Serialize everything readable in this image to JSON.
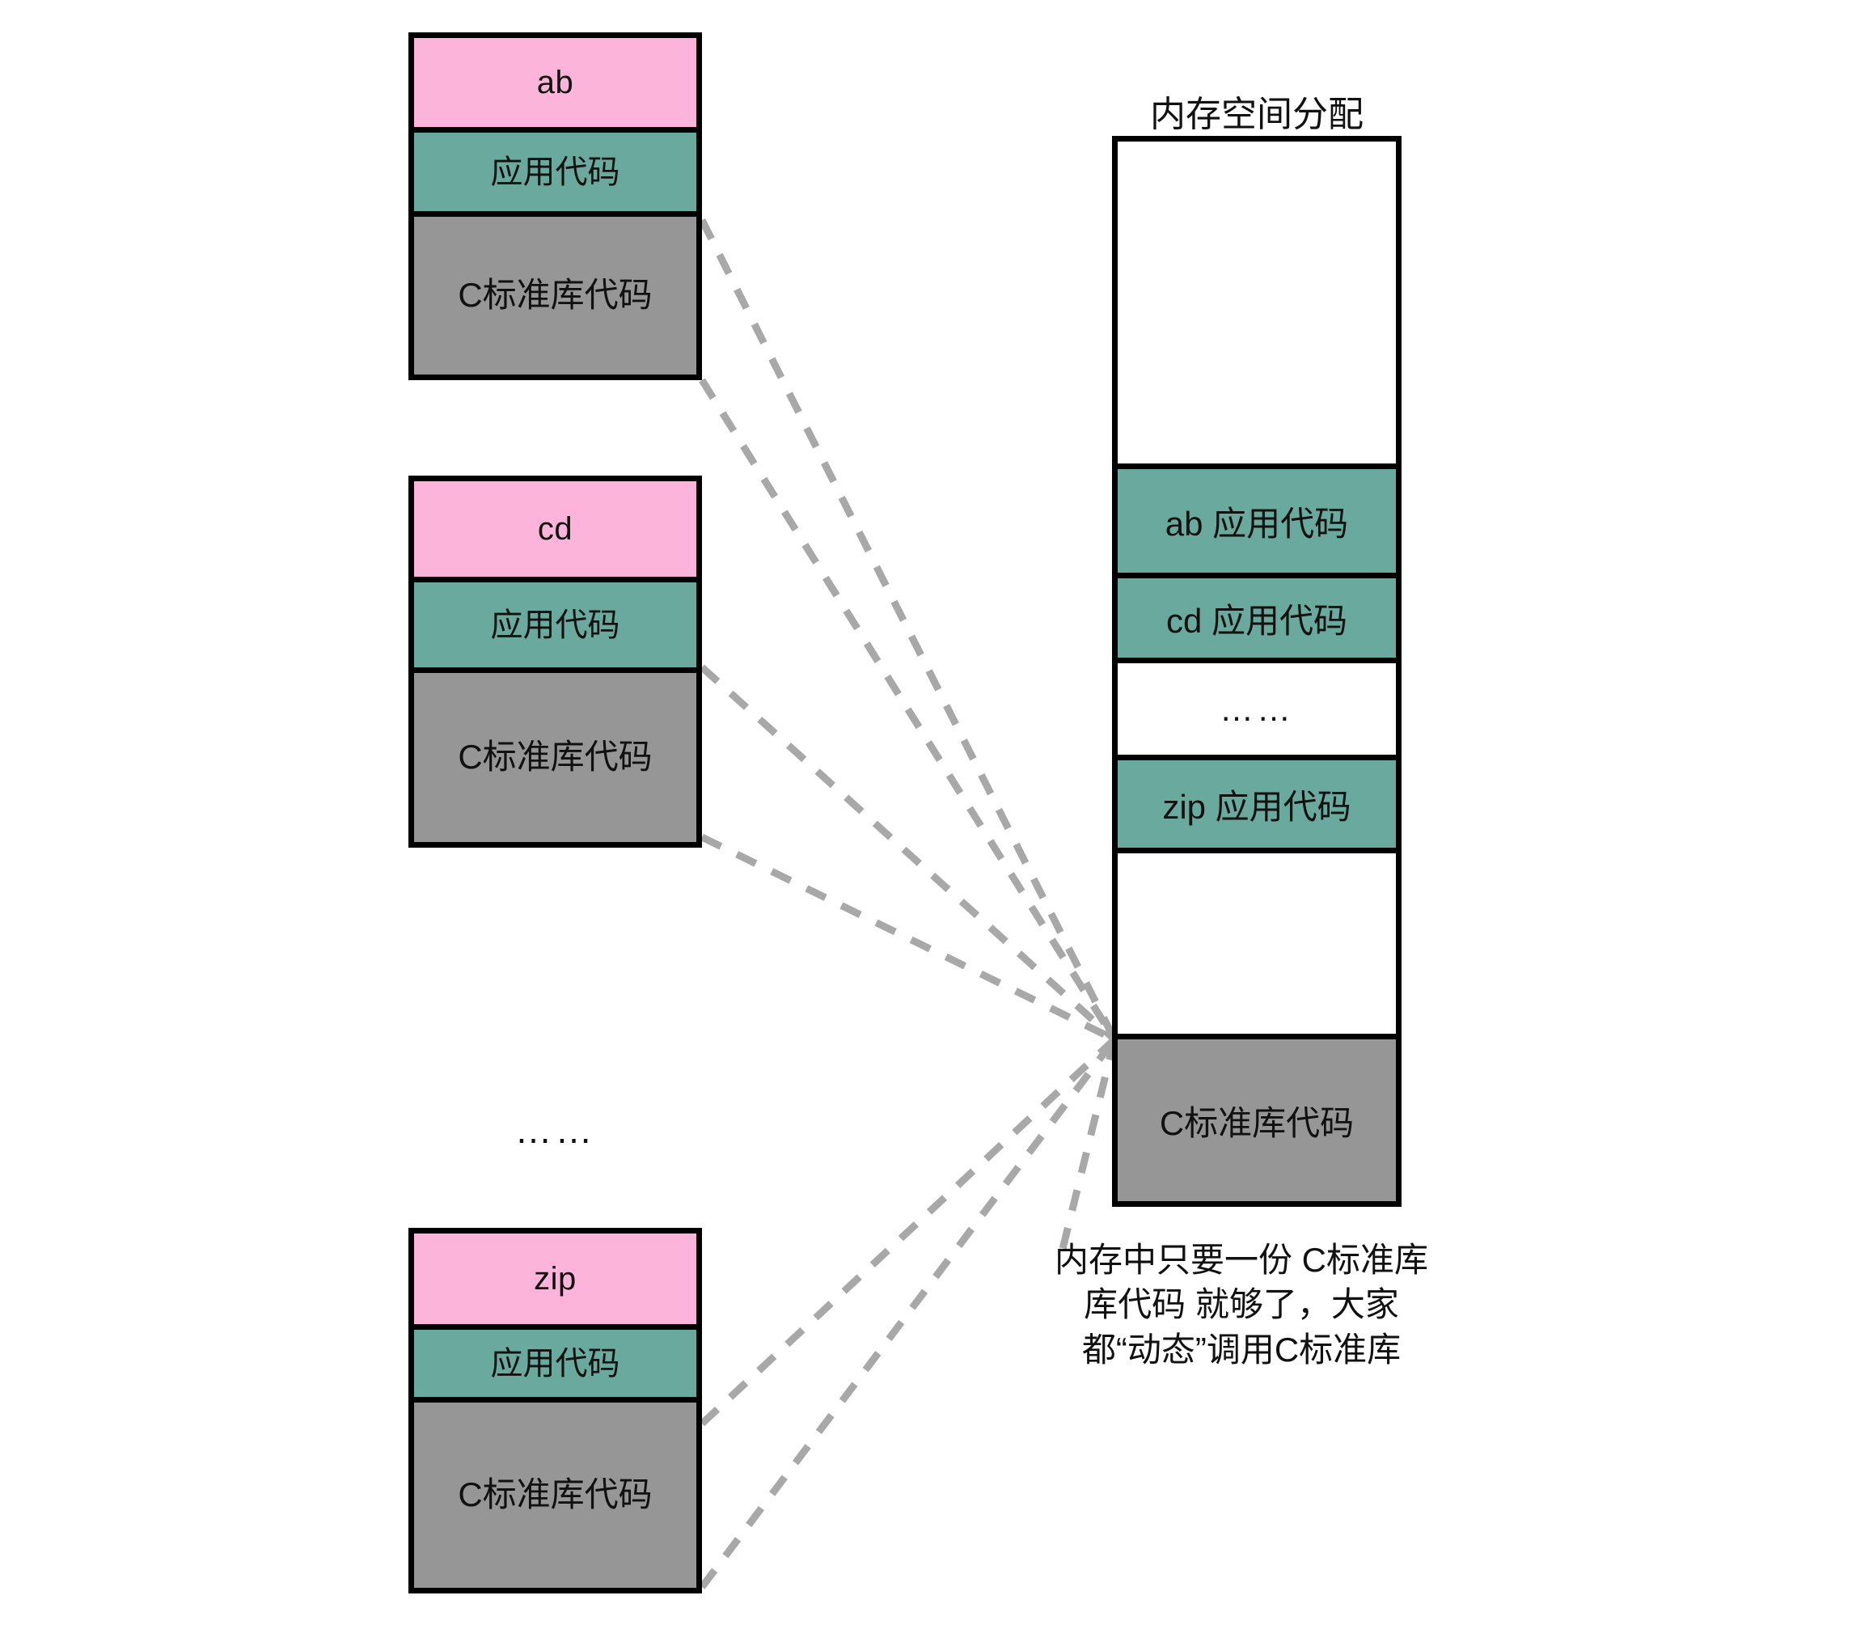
{
  "diagram": {
    "title": "内存空间分配",
    "caption": [
      "内存中只要一份 C标准库",
      "库代码 就够了，大家",
      "都“动态”调用C标准库"
    ],
    "caption_full": "内存中只要一份 C标准库代码 就够了，大家都“动态”调用C标准库",
    "ellipsis": "……",
    "colors": {
      "program_name": "#fcb4db",
      "app_code": "#6aa99d",
      "c_library": "#969696",
      "free_memory": "#ffffff",
      "border": "#000000",
      "connector": "#a8a8a8"
    },
    "programs": [
      {
        "name": "ab",
        "segments": [
          {
            "label": "ab",
            "kind": "program-name"
          },
          {
            "label": "应用代码",
            "kind": "app-code"
          },
          {
            "label": "C标准库代码",
            "kind": "c-library"
          }
        ]
      },
      {
        "name": "cd",
        "segments": [
          {
            "label": "cd",
            "kind": "program-name"
          },
          {
            "label": "应用代码",
            "kind": "app-code"
          },
          {
            "label": "C标准库代码",
            "kind": "c-library"
          }
        ]
      },
      {
        "name": "zip",
        "segments": [
          {
            "label": "zip",
            "kind": "program-name"
          },
          {
            "label": "应用代码",
            "kind": "app-code"
          },
          {
            "label": "C标准库代码",
            "kind": "c-library"
          }
        ]
      }
    ],
    "memory": {
      "title": "内存空间分配",
      "segments": [
        {
          "label": "",
          "kind": "free"
        },
        {
          "label": "ab 应用代码",
          "kind": "app-code"
        },
        {
          "label": "cd 应用代码",
          "kind": "app-code"
        },
        {
          "label": "……",
          "kind": "free"
        },
        {
          "label": "zip 应用代码",
          "kind": "app-code"
        },
        {
          "label": "",
          "kind": "free"
        },
        {
          "label": "C标准库代码",
          "kind": "c-library"
        }
      ]
    }
  }
}
